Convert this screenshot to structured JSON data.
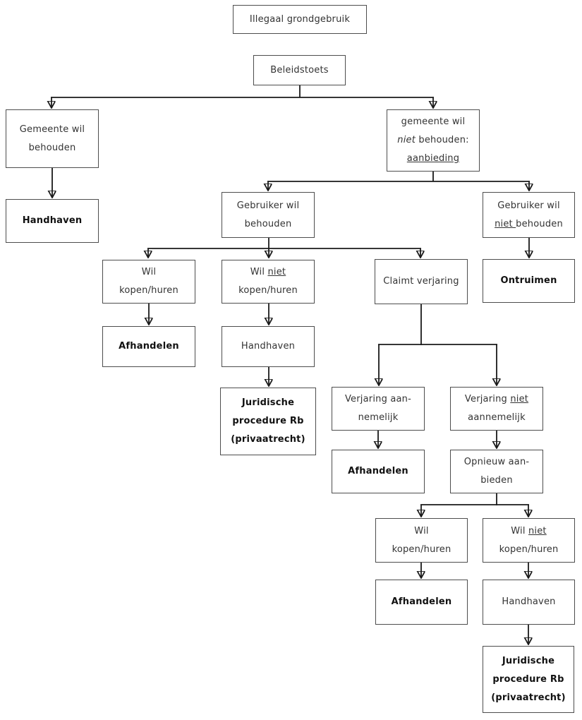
{
  "diagram": {
    "type": "flowchart",
    "language": "nl",
    "colors": {
      "background": "#ffffff",
      "box_border": "#4d4d4d",
      "connector": "#1a1a1a",
      "text": "#333333",
      "bold_text": "#111111"
    }
  },
  "nodes": {
    "illegaal_grondgebruik": {
      "line1": "Illegaal grondgebruik"
    },
    "beleidstoets": {
      "line1": "Beleidstoets"
    },
    "gemeente_wil_behouden": {
      "line1": "Gemeente wil",
      "line2": "behouden"
    },
    "handhaven_links": {
      "line1": "Handhaven"
    },
    "gemeente_wil_niet_behouden": {
      "line1": "gemeente wil",
      "line2_italic": "niet",
      "line2_rest": " behouden:",
      "line3_underline": "aanbieding"
    },
    "gebruiker_wil_behouden": {
      "line1": "Gebruiker wil",
      "line2": "behouden"
    },
    "gebruiker_wil_niet_behouden": {
      "line1": "Gebruiker wil",
      "line2_underline": "niet ",
      "line2_rest": "behouden"
    },
    "wil_kopen_huren_1": {
      "line1": "Wil",
      "line2": "kopen/huren"
    },
    "wil_niet_kopen_huren_1": {
      "line1_pre": "Wil ",
      "line1_underline": "niet",
      "line2": "kopen/huren"
    },
    "claimt_verjaring": {
      "line1": "Claimt verjaring"
    },
    "ontruimen": {
      "line1": "Ontruimen"
    },
    "afhandelen_1": {
      "line1": "Afhandelen"
    },
    "handhaven_midden": {
      "line1": "Handhaven"
    },
    "juridische_procedure_1": {
      "line1": "Juridische",
      "line2": "procedure Rb",
      "line3": "(privaatrecht)"
    },
    "verjaring_aannemelijk": {
      "line1": "Verjaring aan-",
      "line2": "nemelijk"
    },
    "verjaring_niet_aannemelijk": {
      "line1_pre": "Verjaring ",
      "line1_underline": "niet",
      "line2": "aannemelijk"
    },
    "afhandelen_2": {
      "line1": "Afhandelen"
    },
    "opnieuw_aanbieden": {
      "line1": "Opnieuw aan-",
      "line2": "bieden"
    },
    "wil_kopen_huren_2": {
      "line1": "Wil",
      "line2": "kopen/huren"
    },
    "wil_niet_kopen_huren_2": {
      "line1_pre": "Wil ",
      "line1_underline": "niet",
      "line2": "kopen/huren"
    },
    "afhandelen_3": {
      "line1": "Afhandelen"
    },
    "handhaven_rechts": {
      "line1": "Handhaven"
    },
    "juridische_procedure_2": {
      "line1": "Juridische",
      "line2": "procedure Rb",
      "line3": "(privaatrecht)"
    }
  }
}
